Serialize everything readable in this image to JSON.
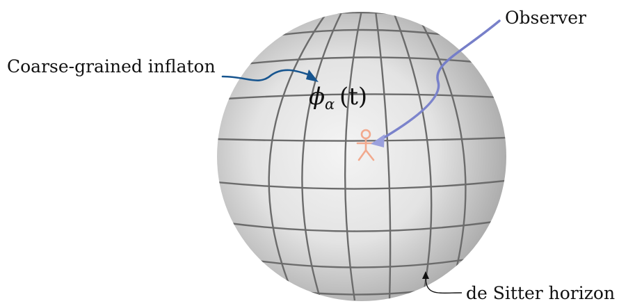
{
  "labels": {
    "inflaton": "Coarse-grained inflaton",
    "observer": "Observer",
    "horizon": "de Sitter horizon"
  },
  "math": {
    "symbol": "ϕ",
    "subscript": "α",
    "argument": "(t)"
  },
  "colors": {
    "sphere_light": "#f4f4f4",
    "sphere_dark": "#a9a9a9",
    "grid_line": "#6b6b6b",
    "inflaton_arrow": "#17558f",
    "observer_arrow_start": "#2a3590",
    "observer_arrow_end": "#9aa0dd",
    "horizon_arrow": "#111111",
    "observer_figure": "#f2a98d"
  },
  "icons": {
    "observer_figure": "stick-figure-icon"
  }
}
